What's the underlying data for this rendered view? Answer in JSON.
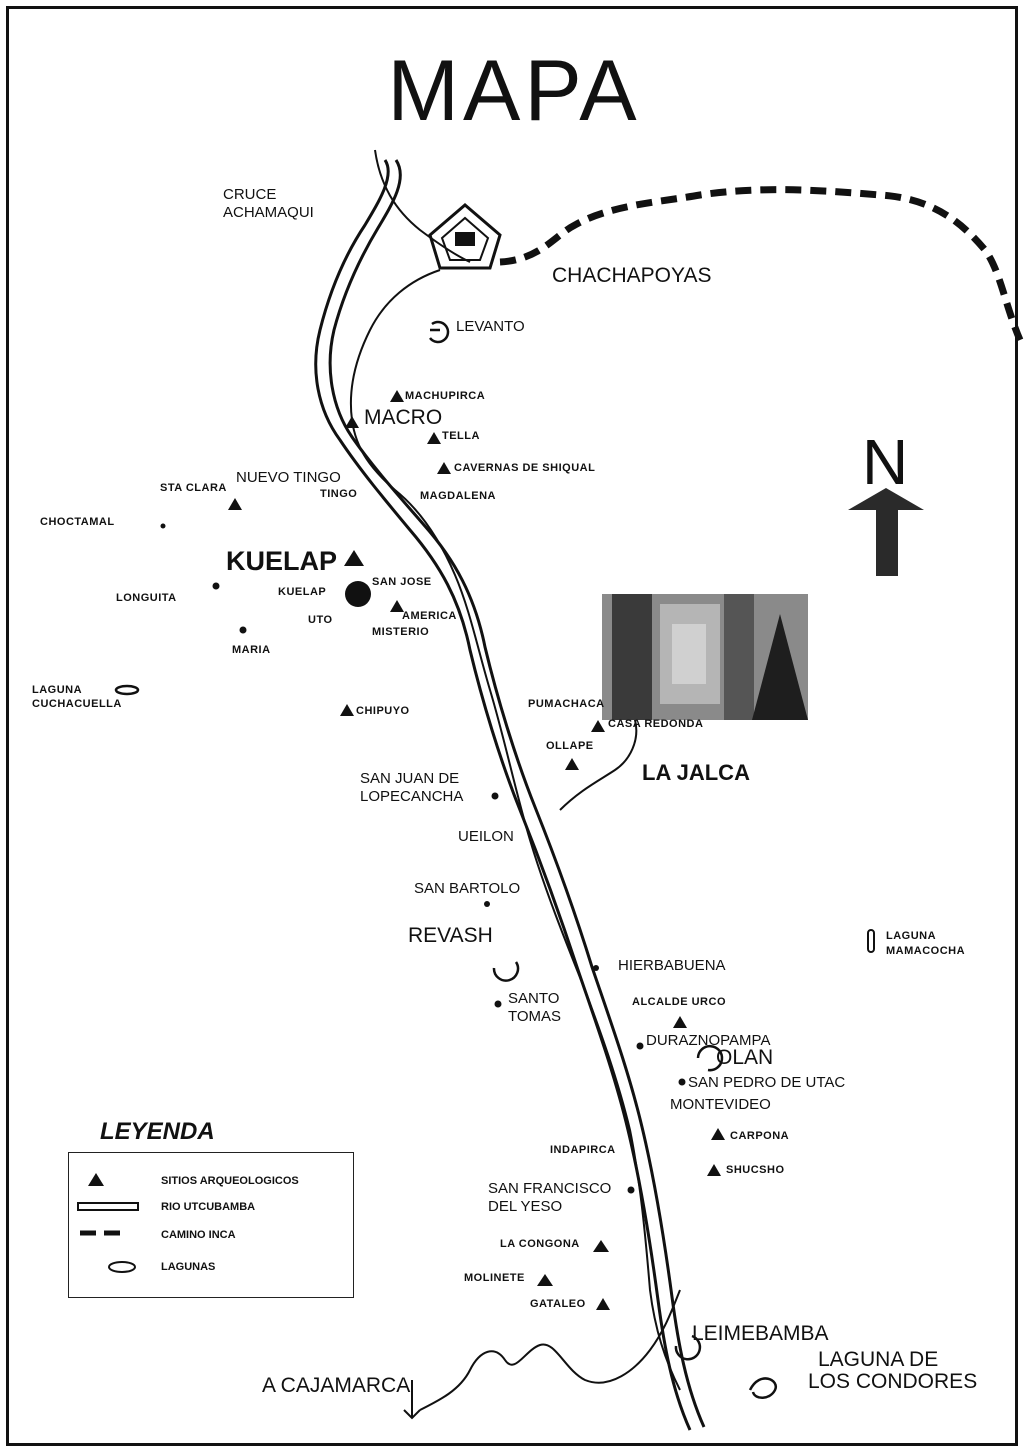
{
  "title": "MAPA",
  "north_label": "N",
  "labels": {
    "cruce": "CRUCE",
    "achamaqui": "ACHAMAQUI",
    "chachapoyas": "CHACHAPOYAS",
    "levanto": "LEVANTO",
    "machupirca": "MACHUPIRCA",
    "macro": "MACRO",
    "tella": "TELLA",
    "cavernas": "CAVERNAS DE SHIQUAL",
    "stacl": "STA CLARA",
    "nuevo_tingo": "NUEVO TINGO",
    "tingo": "TINGO",
    "magdalena": "MAGDALENA",
    "choctamal": "CHOCTAMAL",
    "kuelap_big": "KUELAP",
    "longuita": "LONGUITA",
    "kuelap_small": "KUELAP",
    "san_jose": "SAN JOSE",
    "uso": "UTO",
    "america": "AMERICA",
    "misterio": "MISTERIO",
    "maria": "MARIA",
    "laguna_cucha_1": "LAGUNA",
    "laguna_cucha_2": "CUCHACUELLA",
    "chipuyo": "CHIPUYO",
    "pumachaca": "PUMACHACA",
    "casa_redonda": "CASA REDONDA",
    "ollape": "OLLAPE",
    "la_jalca": "LA JALCA",
    "san_juan_1": "SAN JUAN DE",
    "san_juan_2": "LOPECANCHA",
    "yerbabuena_top": "UEILON",
    "san_bartolo": "SAN BARTOLO",
    "revash": "REVASH",
    "laguna_mama_1": "LAGUNA",
    "laguna_mama_2": "MAMACOCHA",
    "hierbabuena": "HIERBABUENA",
    "santo_tomas_1": "SANTO",
    "santo_tomas_2": "TOMAS",
    "alcalde_urco": "ALCALDE URCO",
    "duraznopampa": "DURAZNOPAMPA",
    "olan": "OLAN",
    "san_pedro": "SAN PEDRO DE UTAC",
    "montevideo": "MONTEVIDEO",
    "indapirca": "INDAPIRCA",
    "carpona": "CARPONA",
    "shucsho": "SHUCSHO",
    "san_francisco_1": "SAN FRANCISCO",
    "san_francisco_2": "DEL YESO",
    "la_congona": "LA CONGONA",
    "molinete": "MOLINETE",
    "gataleo": "GATALEO",
    "leimebamba": "LEIMEBAMBA",
    "laguna_condores_1": "LAGUNA DE",
    "laguna_condores_2": "LOS CONDORES",
    "a_cajamarca": "A CAJAMARCA"
  },
  "legend": {
    "title": "LEYENDA",
    "items": [
      {
        "label": "SITIOS ARQUEOLOGICOS",
        "icon": "triangle-icon"
      },
      {
        "label": "RIO UTCUBAMBA",
        "icon": "river-icon"
      },
      {
        "label": "CAMINO INCA",
        "icon": "inca-trail-icon"
      },
      {
        "label": "LAGUNAS",
        "icon": "lagoon-icon"
      }
    ]
  },
  "colors": {
    "ink": "#111111",
    "paper": "#ffffff",
    "arrow": "#2a2a2a",
    "photo": "#6e6e6e"
  }
}
